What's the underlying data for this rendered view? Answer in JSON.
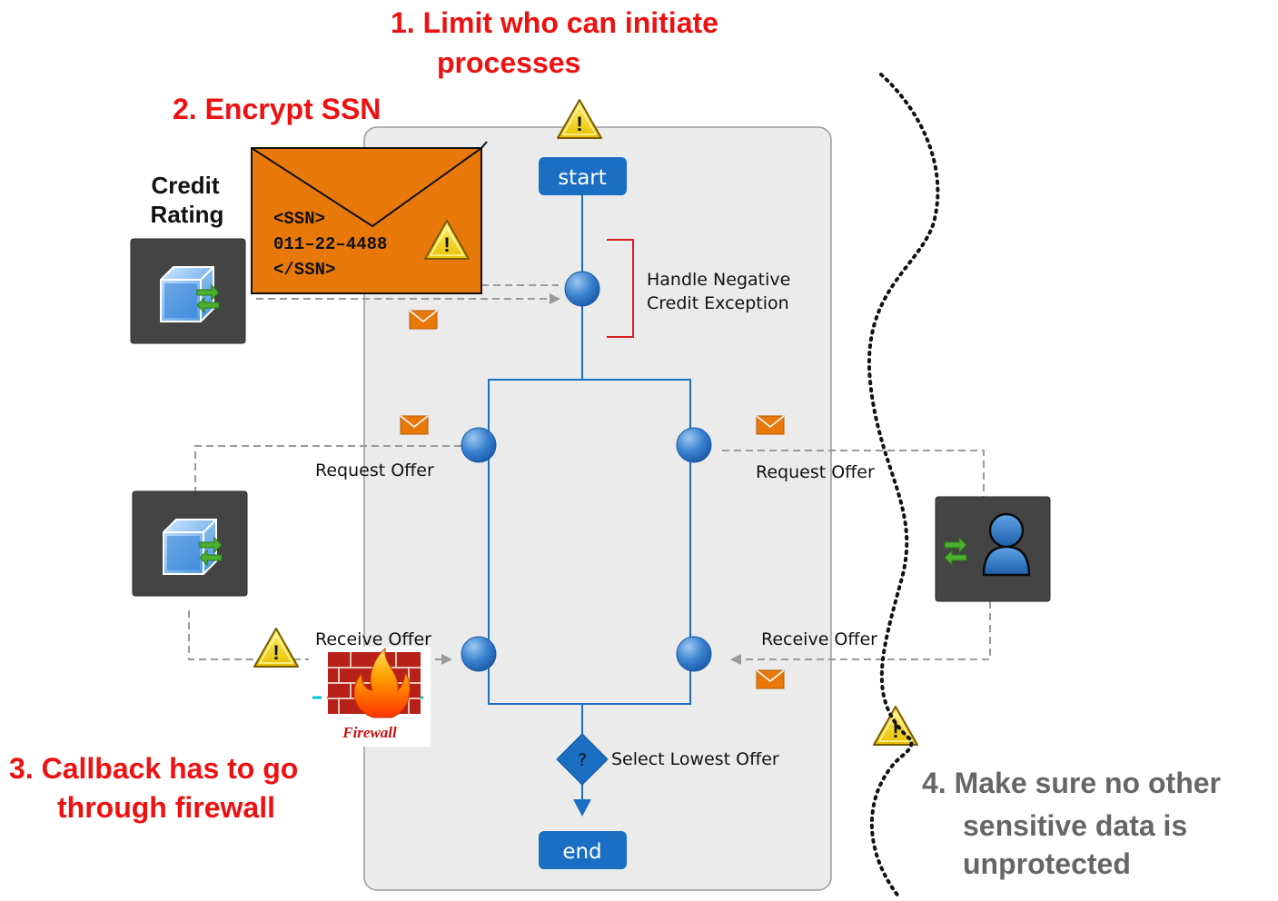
{
  "notes": {
    "n1_line1": "1.  Limit who can initiate",
    "n1_line2": "processes",
    "n2": "2.  Encrypt SSN",
    "n3_line1": "3.  Callback has to go",
    "n3_line2": "through firewall",
    "n4_line1": "4.  Make sure no other",
    "n4_line2": "sensitive data is",
    "n4_line3": "unprotected"
  },
  "credit_rating": {
    "line1": "Credit",
    "line2": "Rating"
  },
  "envelope": {
    "line1": "<SSN>",
    "line2": "011–22–4488",
    "line3": "</SSN>"
  },
  "process": {
    "start": "start",
    "end": "end",
    "handle_line1": "Handle Negative",
    "handle_line2": "Credit Exception",
    "request_offer_left": "Request Offer",
    "request_offer_right": "Request Offer",
    "receive_offer_left": "Receive Offer",
    "receive_offer_right": "Receive Offer",
    "decision_mark": "?",
    "select_lowest": "Select Lowest Offer"
  },
  "firewall": {
    "label": "Firewall"
  },
  "warning_glyph": "!",
  "icons": [
    "warning-icon",
    "mail-icon",
    "service-cube-icon",
    "person-icon",
    "firewall-icon",
    "exchange-arrows-icon"
  ],
  "colors": {
    "note_red": "#ee1111",
    "note_gray": "#666666",
    "blue_button": "#1a6fc4",
    "flow_line": "#1a6fc4",
    "envelope": "#e8780a",
    "panel": "#ebebeb",
    "service_box": "#444444",
    "warning": "#f4d000"
  }
}
